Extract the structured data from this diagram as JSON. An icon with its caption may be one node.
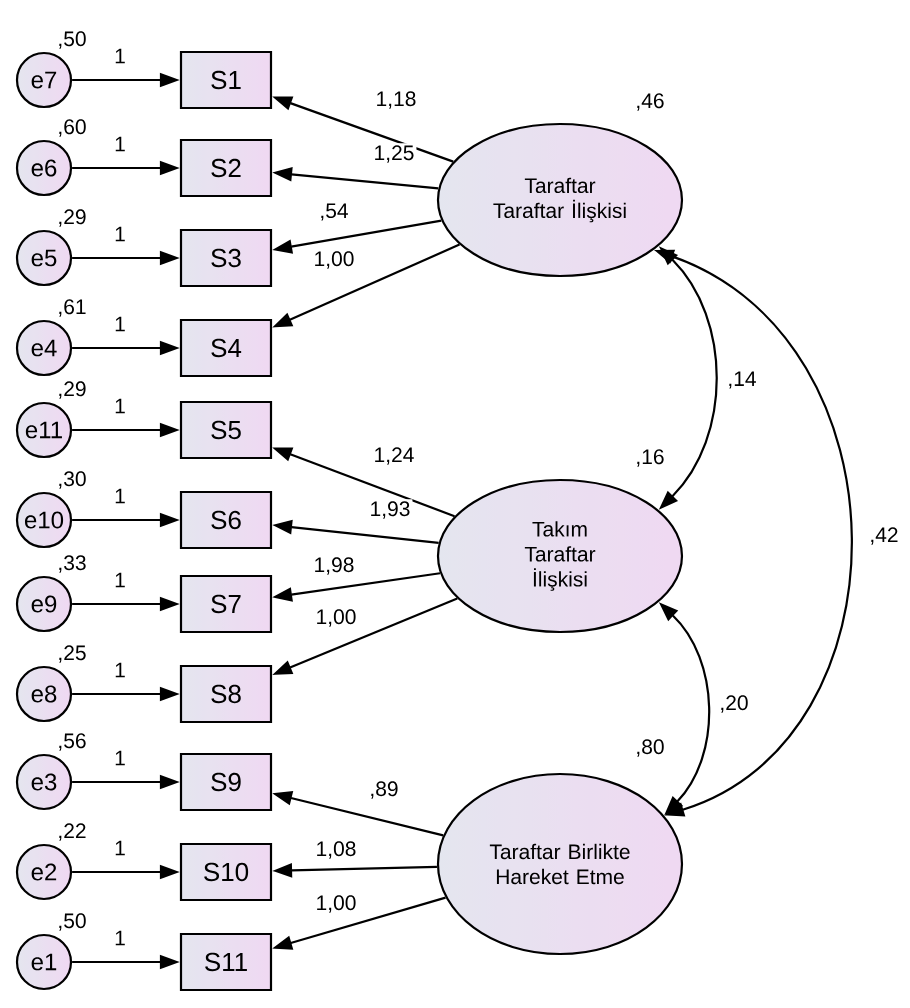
{
  "diagram": {
    "nodes": [
      {
        "text": [
          "e7"
        ],
        "beside": [
          ",50"
        ]
      },
      {
        "text": [
          "e6"
        ],
        "beside": [
          ",60"
        ]
      },
      {
        "text": [
          "e5"
        ],
        "beside": [
          ",29"
        ]
      },
      {
        "text": [
          "e4"
        ],
        "beside": [
          ",61"
        ]
      },
      {
        "text": [
          "e11"
        ],
        "beside": [
          ",29"
        ]
      },
      {
        "text": [
          "e10"
        ],
        "beside": [
          ",30"
        ]
      },
      {
        "text": [
          "e9"
        ],
        "beside": [
          ",33"
        ]
      },
      {
        "text": [
          "e8"
        ],
        "beside": [
          ",25"
        ]
      },
      {
        "text": [
          "e3"
        ],
        "beside": [
          ",56"
        ]
      },
      {
        "text": [
          "e2"
        ],
        "beside": [
          ",22"
        ]
      },
      {
        "text": [
          "e1"
        ],
        "beside": [
          ",50"
        ]
      },
      {
        "text": [
          "S1"
        ]
      },
      {
        "text": [
          "S2"
        ]
      },
      {
        "text": [
          "S3"
        ]
      },
      {
        "text": [
          "S4"
        ]
      },
      {
        "text": [
          "S5"
        ]
      },
      {
        "text": [
          "S6"
        ]
      },
      {
        "text": [
          "S7"
        ]
      },
      {
        "text": [
          "S8"
        ]
      },
      {
        "text": [
          "S9"
        ]
      },
      {
        "text": [
          "S10"
        ]
      },
      {
        "text": [
          "S11"
        ]
      },
      {
        "text": [
          "Taraftar Taraftar İlişkisi"
        ],
        "beside": [
          ",46"
        ]
      },
      {
        "text": [
          "Takım Taraftar İlişkisi"
        ],
        "beside": [
          ",16"
        ]
      },
      {
        "text": [
          "Taraftar Birlikte Hareket Etme"
        ],
        "beside": [
          ",80"
        ]
      }
    ],
    "edges": [
      {
        "from": 0,
        "to": 11,
        "arrow": "to",
        "label": "1"
      },
      {
        "from": 1,
        "to": 12,
        "arrow": "to",
        "label": "1"
      },
      {
        "from": 2,
        "to": 13,
        "arrow": "to",
        "label": "1"
      },
      {
        "from": 3,
        "to": 14,
        "arrow": "to",
        "label": "1"
      },
      {
        "from": 4,
        "to": 15,
        "arrow": "to",
        "label": "1"
      },
      {
        "from": 5,
        "to": 16,
        "arrow": "to",
        "label": "1"
      },
      {
        "from": 6,
        "to": 17,
        "arrow": "to",
        "label": "1"
      },
      {
        "from": 7,
        "to": 18,
        "arrow": "to",
        "label": "1"
      },
      {
        "from": 8,
        "to": 19,
        "arrow": "to",
        "label": "1"
      },
      {
        "from": 9,
        "to": 20,
        "arrow": "to",
        "label": "1"
      },
      {
        "from": 10,
        "to": 21,
        "arrow": "to",
        "label": "1"
      },
      {
        "from": 22,
        "to": 11,
        "arrow": "to",
        "label": "1,18"
      },
      {
        "from": 22,
        "to": 12,
        "arrow": "to",
        "label": "1,25"
      },
      {
        "from": 22,
        "to": 13,
        "arrow": "to",
        "label": ",54"
      },
      {
        "from": 22,
        "to": 14,
        "arrow": "to",
        "label": "1,00"
      },
      {
        "from": 23,
        "to": 15,
        "arrow": "to",
        "label": "1,24"
      },
      {
        "from": 23,
        "to": 16,
        "arrow": "to",
        "label": "1,93"
      },
      {
        "from": 23,
        "to": 17,
        "arrow": "to",
        "label": "1,98"
      },
      {
        "from": 23,
        "to": 18,
        "arrow": "to",
        "label": "1,00"
      },
      {
        "from": 24,
        "to": 19,
        "arrow": "to",
        "label": ",89"
      },
      {
        "from": 24,
        "to": 20,
        "arrow": "to",
        "label": "1,08"
      },
      {
        "from": 24,
        "to": 21,
        "arrow": "to",
        "label": "1,00"
      },
      {
        "from": 22,
        "to": 23,
        "arrow": "both",
        "label": ",14"
      },
      {
        "from": 23,
        "to": 24,
        "arrow": "both",
        "label": ",20"
      },
      {
        "from": 22,
        "to": 24,
        "arrow": "both",
        "label": ",42"
      }
    ]
  }
}
